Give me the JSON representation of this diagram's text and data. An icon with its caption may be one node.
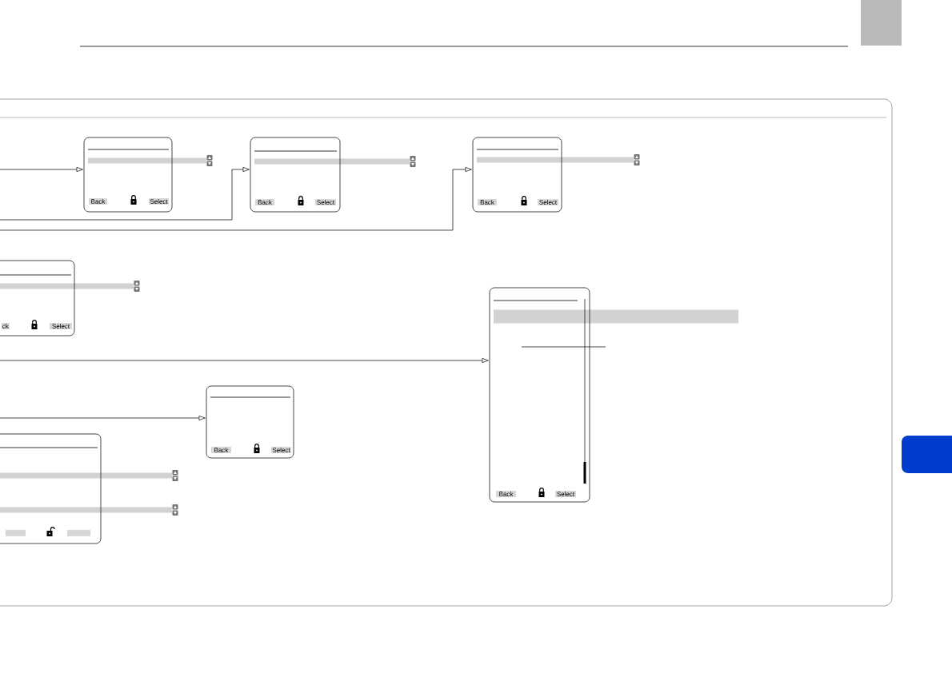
{
  "diagram": {
    "nodes": [
      {
        "text": [
          "Back",
          "Select"
        ]
      },
      {
        "text": [
          "Back",
          "Select"
        ]
      },
      {
        "text": [
          "Back",
          "Select"
        ]
      },
      {
        "text": [
          "ck",
          "Select"
        ]
      },
      {
        "text": [
          "Back",
          "Select"
        ]
      },
      {
        "text": [
          "Back",
          "Select"
        ]
      },
      {
        "text": [],
        "shape": "box"
      }
    ],
    "edges": [
      {
        "from": null,
        "to": 0,
        "arrow": "to"
      },
      {
        "from": null,
        "to": 1,
        "arrow": "to"
      },
      {
        "from": null,
        "to": 2,
        "arrow": "to"
      },
      {
        "from": null,
        "to": 4,
        "arrow": "to"
      },
      {
        "from": null,
        "to": 5,
        "arrow": "to"
      }
    ]
  }
}
